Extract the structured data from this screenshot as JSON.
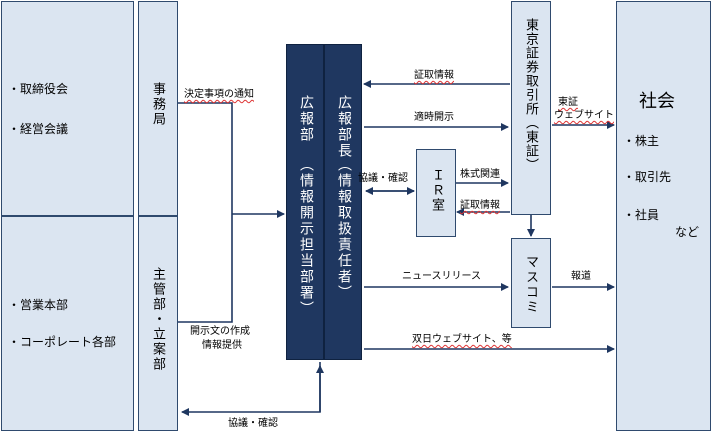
{
  "left_top": {
    "items": [
      "・取締役会",
      "・経営会議"
    ]
  },
  "left_bottom": {
    "items": [
      "・営業本部",
      "・コーポレート各部"
    ]
  },
  "jimukyoku": "事務局",
  "shukanbu": "主管部・立案部",
  "kohobu": {
    "title": "広報部",
    "sub": "（情報開示担当部署）"
  },
  "kohobucho": {
    "title": "広報部長",
    "sub": "（情報取扱責任者）"
  },
  "ir": "ＩＲ室",
  "tse": "東京証券取引所（東証）",
  "masukomi": "マスコミ",
  "society": {
    "title": "社会",
    "items": [
      "・株主",
      "・取引先",
      "・社員"
    ],
    "suffix": "など"
  },
  "arrows": {
    "notice": "決定事項の通知",
    "disclosure_doc": "開示文の作成",
    "info_provide": "情報提供",
    "consult_bottom": "協議・確認",
    "shoutori": "証取情報",
    "tekiji": "適時開示",
    "consult_ir": "協議・確認",
    "kabushiki": "株式関連",
    "shoutori_ir": "証取情報",
    "news": "ニュースリリース",
    "houdou": "報道",
    "website": "双日ウェブサイト、等",
    "tse_web_1": "東証",
    "tse_web_2": "ウェブサイト"
  },
  "colors": {
    "box_fill": "#dbe5f1",
    "box_border": "#2f4a6e",
    "dark_fill": "#1f3760",
    "arrow": "#1f3760"
  }
}
